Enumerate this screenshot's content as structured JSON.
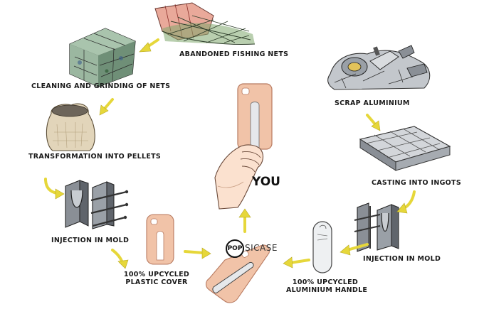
{
  "labels": {
    "fishing_nets": "ABANDONED FISHING NETS",
    "cleaning": "CLEANING AND GRINDING OF NETS",
    "pellets": "TRANSFORMATION INTO PELLETS",
    "injection_left": "INJECTION IN MOLD",
    "plastic_cover_l1": "100% UPCYCLED",
    "plastic_cover_l2": "PLASTIC COVER",
    "scrap": "SCRAP ALUMINIUM",
    "ingots": "CASTING INTO INGOTS",
    "injection_right": "INJECTION IN MOLD",
    "handle_l1": "100% UPCYCLED",
    "handle_l2": "ALUMINIUM HANDLE",
    "you": "YOU"
  },
  "logo": {
    "badge": "POP",
    "rest": "SICASE"
  },
  "colors": {
    "arrow_yellow": "#e6d73a",
    "cover_pink": "#f1c3a8",
    "net_green": "#4f7a46",
    "metal_grey": "#8a8f96",
    "sack_beige": "#e2d5ba"
  }
}
